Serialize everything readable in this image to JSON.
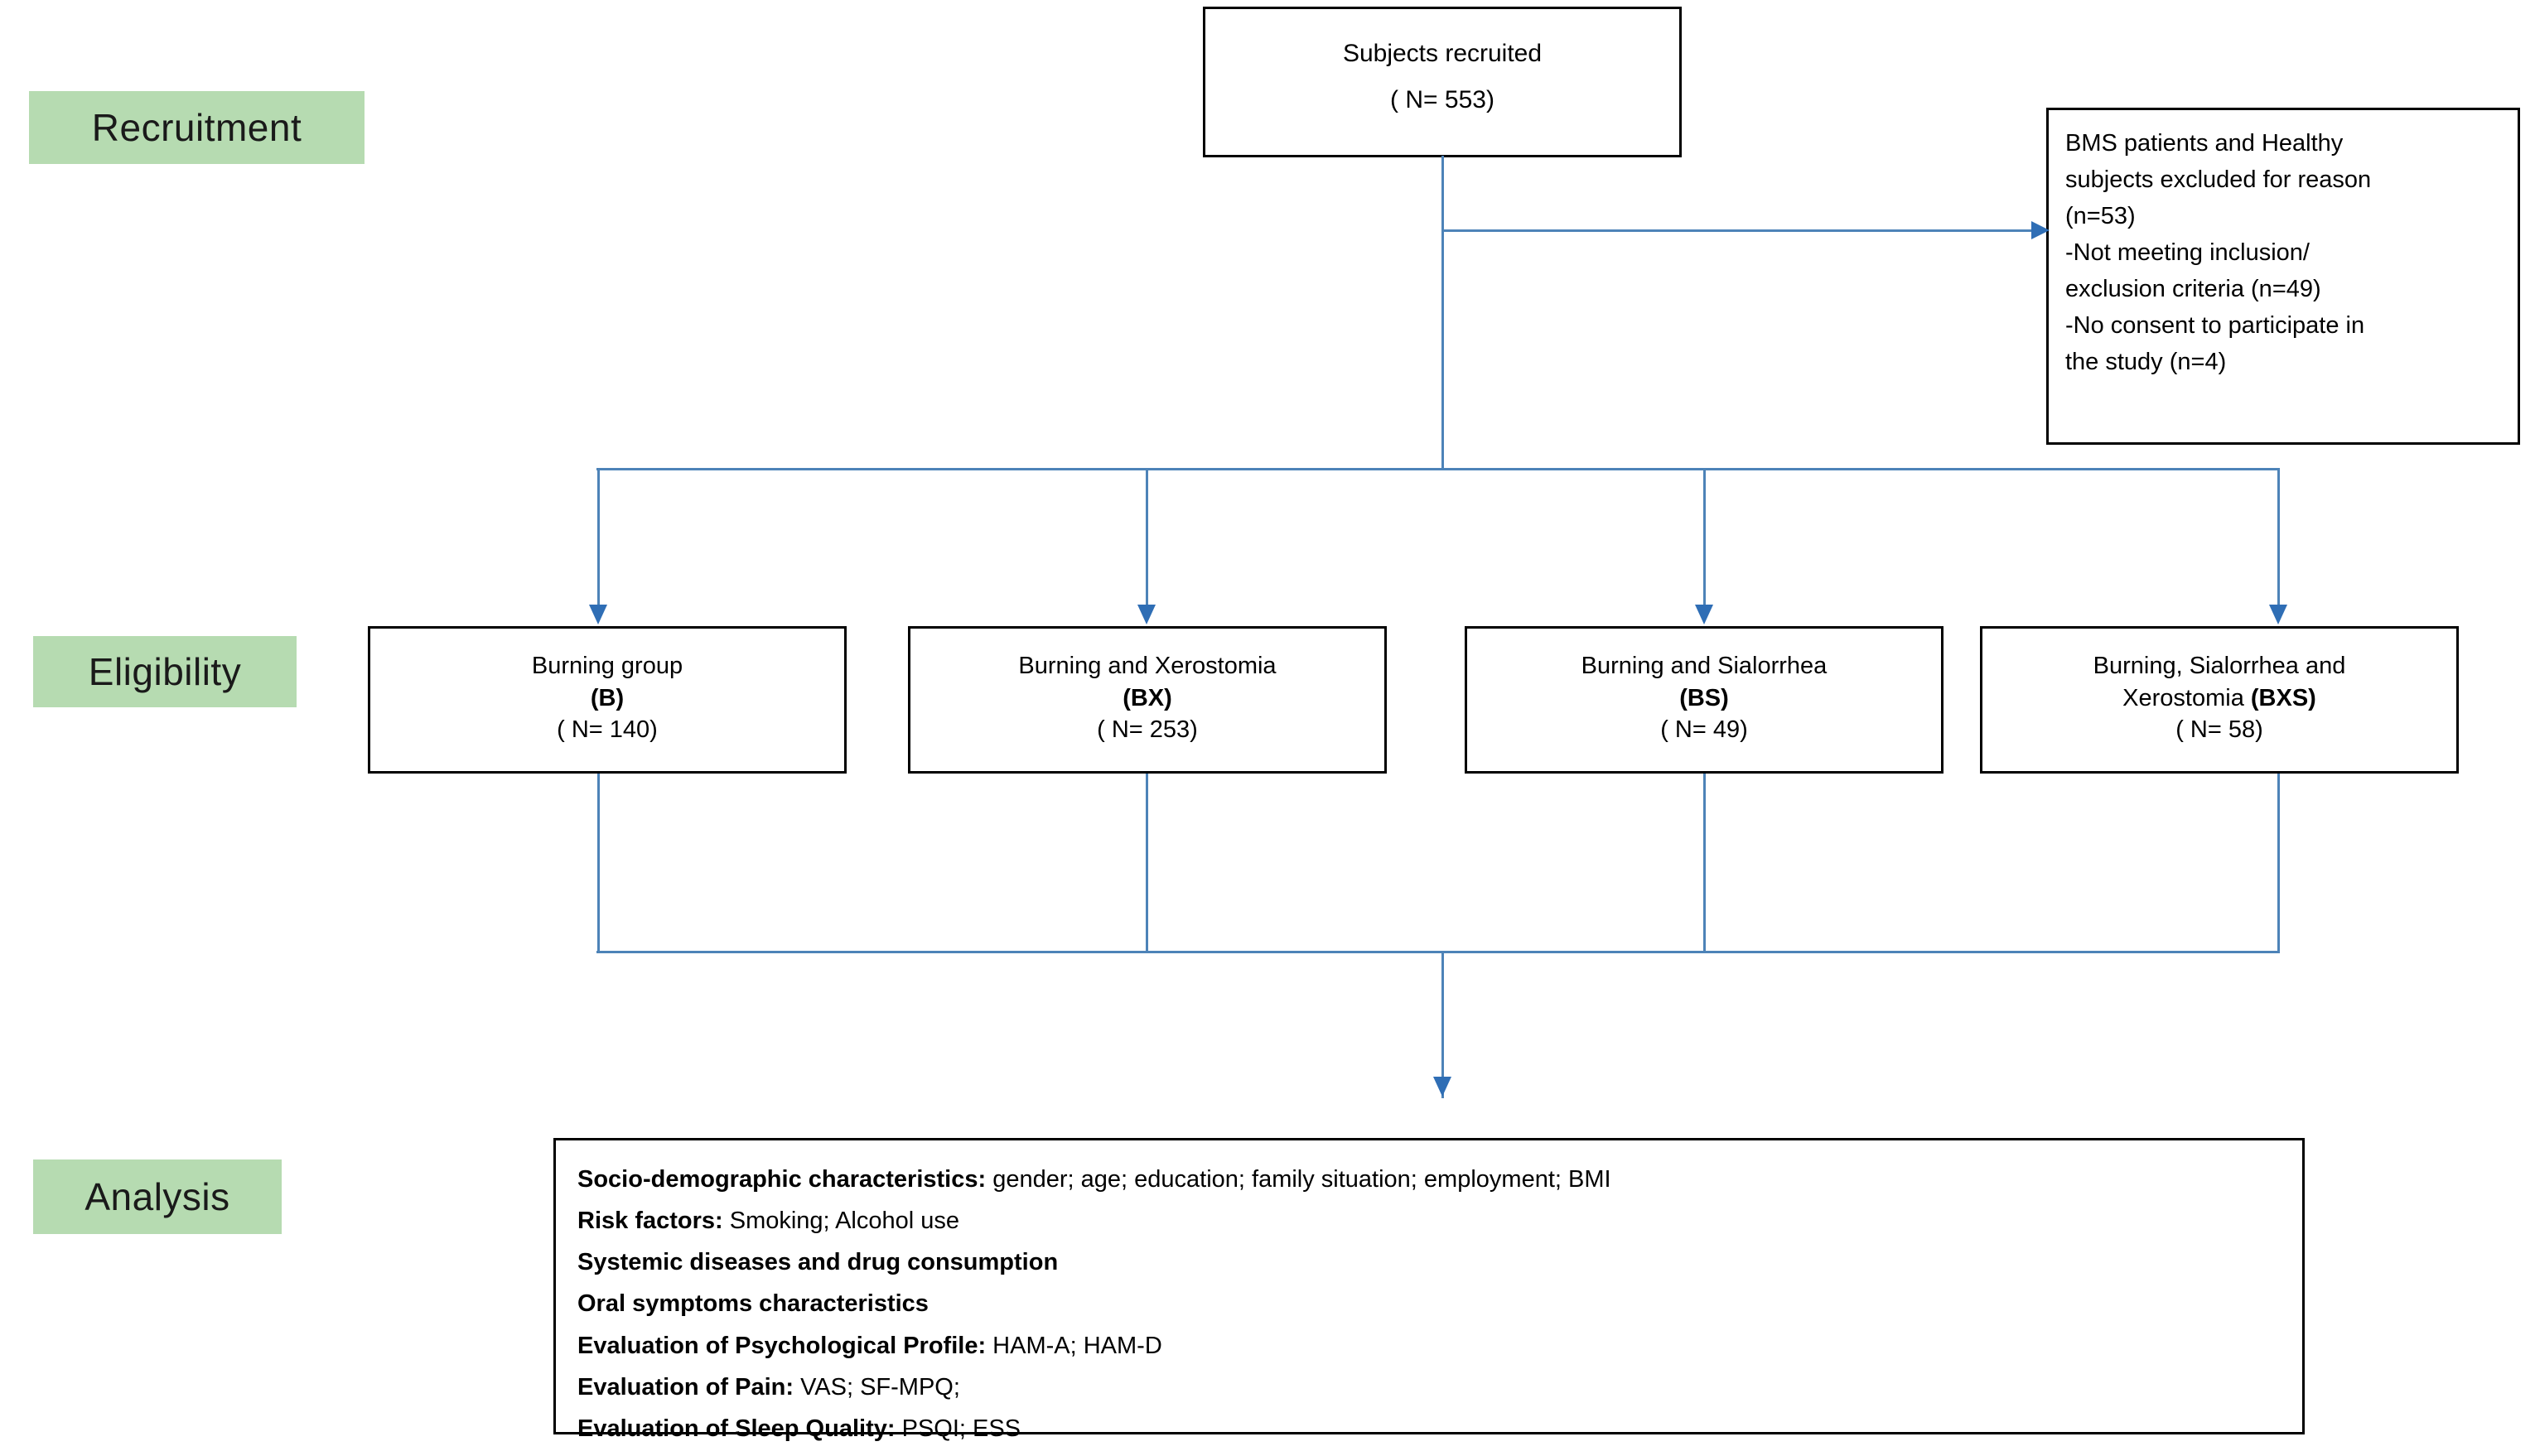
{
  "diagram": {
    "title": "Study flow diagram",
    "colors": {
      "stage_label_background": "#b6dbb1",
      "connector_line": "#4d83b8",
      "arrowhead": "#2f6eb5",
      "box_border": "#000000",
      "background": "#ffffff"
    }
  },
  "stages": [
    {
      "id": "recruitment",
      "label": "Recruitment"
    },
    {
      "id": "eligibility",
      "label": "Eligibility"
    },
    {
      "id": "analysis",
      "label": "Analysis"
    }
  ],
  "recruited_box": {
    "title": "Subjects recruited",
    "count": "( N= 553)"
  },
  "excluded_box": {
    "lines": [
      "BMS patients  and Healthy",
      "subjects excluded for reason",
      "(n=53)",
      "-Not meeting inclusion/",
      "exclusion criteria (n=49)",
      "-No consent to participate in",
      "the study (n=4)"
    ]
  },
  "groups": [
    {
      "name_line_1": "Burning group",
      "name_line_2": "",
      "abbr": "(B)",
      "abbr_inline": false,
      "count": "( N= 140)"
    },
    {
      "name_line_1": "Burning and Xerostomia",
      "name_line_2": "",
      "abbr": "(BX)",
      "abbr_inline": false,
      "count": "( N= 253)"
    },
    {
      "name_line_1": "Burning and Sialorrhea",
      "name_line_2": "",
      "abbr": "(BS)",
      "abbr_inline": false,
      "count": "( N= 49)"
    },
    {
      "name_line_1": "Burning, Sialorrhea and",
      "name_line_2": "Xerostomia ",
      "abbr": "(BXS)",
      "abbr_inline": true,
      "count": "( N= 58)"
    }
  ],
  "analysis_box": {
    "rows": [
      {
        "key": "Socio-demographic characteristics:",
        "value": " gender; age; education;  family situation; employment;  BMI"
      },
      {
        "key": "Risk factors:",
        "value": " Smoking; Alcohol  use"
      },
      {
        "key": "Systemic diseases and drug consumption",
        "value": ""
      },
      {
        "key": "Oral symptoms characteristics",
        "value": ""
      },
      {
        "key": "Evaluation of Psychological Profile:",
        "value": " HAM-A; HAM-D"
      },
      {
        "key": "Evaluation of Pain:",
        "value": " VAS; SF-MPQ;"
      },
      {
        "key": "Evaluation of Sleep Quality:",
        "value": " PSQI; ESS"
      }
    ]
  }
}
